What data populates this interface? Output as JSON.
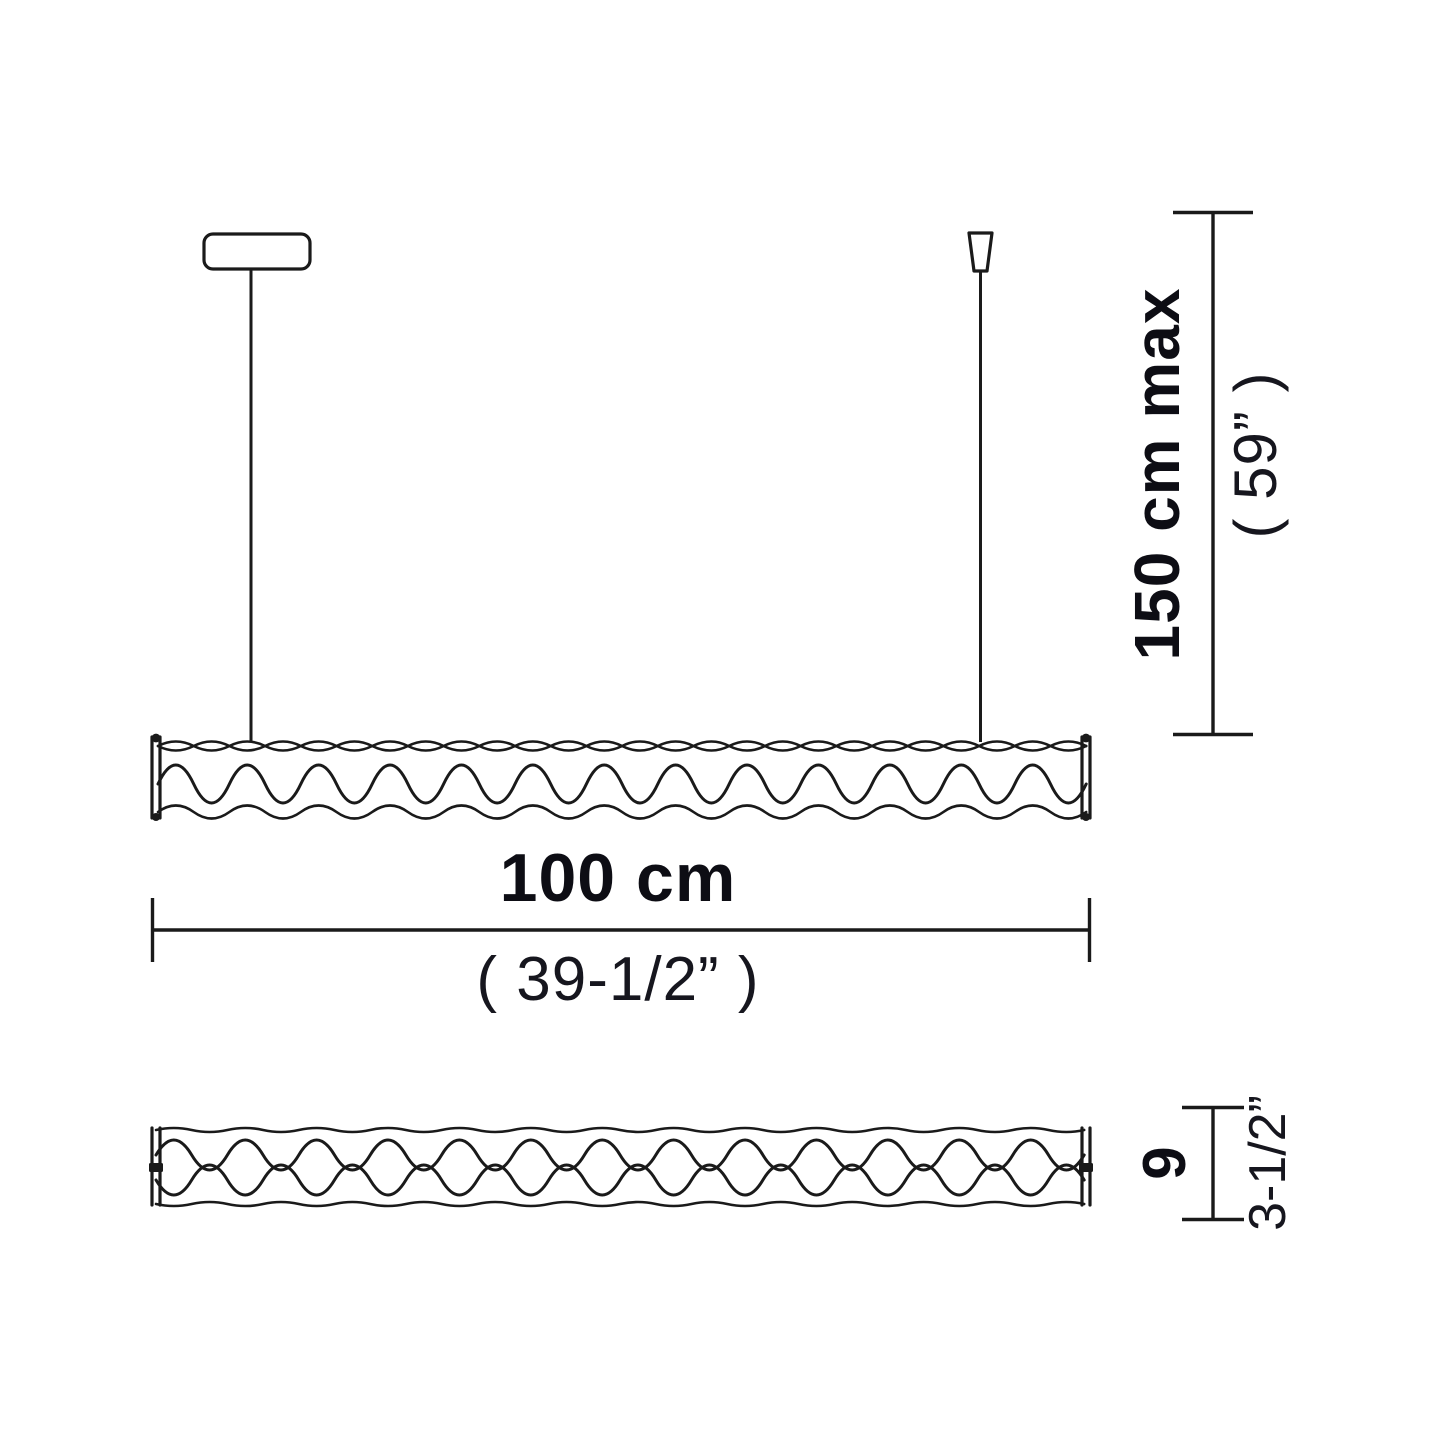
{
  "drawing": {
    "title": "Linear pendant lamp dimension drawing",
    "background_color": "#ffffff",
    "line_color": "#1a1a1a",
    "text_color": "#0d0d14"
  },
  "dimensions": {
    "height": {
      "metric_label": "150 cm max",
      "imperial_label": "( 59” )",
      "orientation": "vertical",
      "value_cm": 150,
      "value_in": 59
    },
    "width": {
      "metric_label": "100 cm",
      "imperial_label": "( 39-1/2” )",
      "orientation": "horizontal",
      "value_cm": 100,
      "value_in": 39.5
    },
    "depth": {
      "metric_label": "9",
      "imperial_label": "3-1/2”",
      "orientation": "vertical",
      "value_cm": 9,
      "value_in": 3.5
    }
  },
  "views": {
    "front": {
      "name": "front-elevation",
      "canopy": "ceiling-canopy",
      "suspension_cone": "cable-cone-terminal",
      "body": "wavy-luminaire-body"
    },
    "side": {
      "name": "side-elevation",
      "body": "wavy-luminaire-body"
    }
  }
}
